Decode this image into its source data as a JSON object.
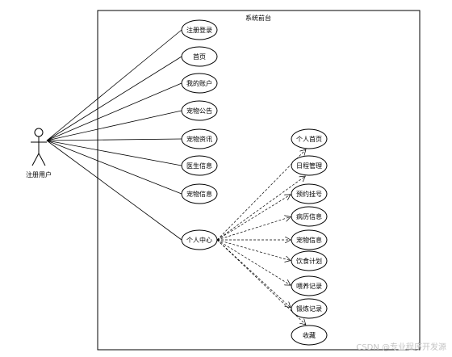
{
  "system": {
    "title": "系统前台"
  },
  "actor": {
    "label": "注册用户"
  },
  "use_cases": [
    {
      "id": "uc-register-login",
      "label": "注册登录"
    },
    {
      "id": "uc-home",
      "label": "首页"
    },
    {
      "id": "uc-my-account",
      "label": "我的账户"
    },
    {
      "id": "uc-pet-notice",
      "label": "宠物公告"
    },
    {
      "id": "uc-pet-news",
      "label": "宠物资讯"
    },
    {
      "id": "uc-doctor-info",
      "label": "医生信息"
    },
    {
      "id": "uc-pet-info",
      "label": "宠物信息"
    },
    {
      "id": "uc-personal-center",
      "label": "个人中心"
    }
  ],
  "sub_use_cases": [
    {
      "id": "sub-personal-home",
      "label": "个人首页"
    },
    {
      "id": "sub-schedule",
      "label": "日程管理"
    },
    {
      "id": "sub-appointment",
      "label": "预约挂号"
    },
    {
      "id": "sub-medical-record",
      "label": "病历信息"
    },
    {
      "id": "sub-pet-info",
      "label": "宠物信息"
    },
    {
      "id": "sub-diet-plan",
      "label": "饮食计划"
    },
    {
      "id": "sub-feeding-record",
      "label": "喂养记录"
    },
    {
      "id": "sub-exercise-record",
      "label": "锻炼记录"
    },
    {
      "id": "sub-favorites",
      "label": "收藏"
    }
  ],
  "watermark": {
    "text": "CSDN @专业程序开发源"
  }
}
